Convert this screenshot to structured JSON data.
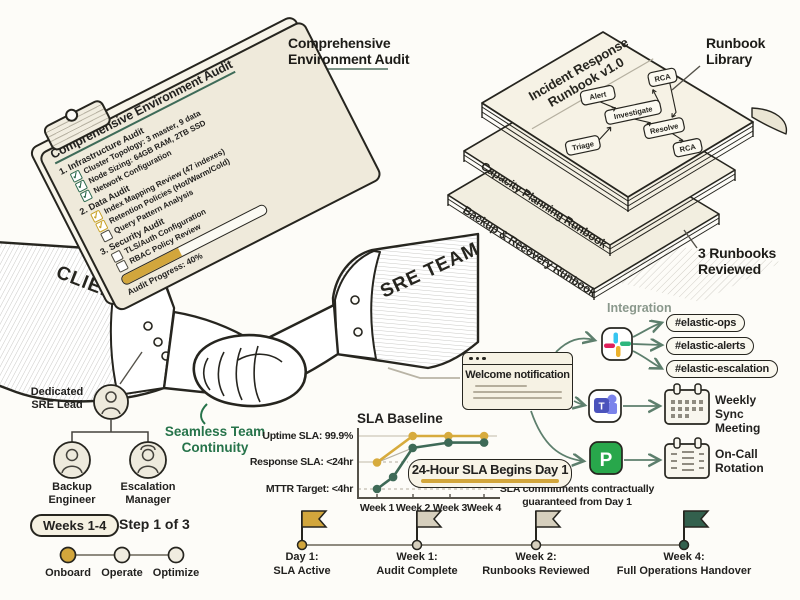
{
  "palette": {
    "gold": "#d2a63c",
    "green_dark": "#33604d",
    "sage": "#6a8577",
    "tan": "#d6cfbd",
    "ink": "#26251f",
    "slack_blue": "#36C5F0",
    "slack_green": "#2EB67D",
    "slack_yellow": "#ECB22E",
    "slack_red": "#E01E5A",
    "teams_purple": "#4b53bc",
    "teams_light": "#7b83eb",
    "pagerduty_green": "#28a74b"
  },
  "annotations": {
    "audit": "Comprehensive Environment Audit",
    "runbook_library": "Runbook Library",
    "runbooks_reviewed": "3 Runbooks Reviewed"
  },
  "clipboard": {
    "title": "Comprehensive Environment Audit",
    "sections": [
      {
        "heading": "1. Infrastructure Audit",
        "items": [
          {
            "label": "Cluster Topology: 3 master, 9 data",
            "state": "green"
          },
          {
            "label": "Node Sizing: 64GB RAM, 2TB SSD",
            "state": "green"
          },
          {
            "label": "Network Configuration",
            "state": "green"
          }
        ]
      },
      {
        "heading": "2. Data Audit",
        "items": [
          {
            "label": "Index Mapping Review (47 indexes)",
            "state": "gold"
          },
          {
            "label": "Retention Policies (Hot/Warm/Cold)",
            "state": "gold"
          },
          {
            "label": "Query Pattern Analysis",
            "state": "empty"
          }
        ]
      },
      {
        "heading": "3. Security Audit",
        "items": [
          {
            "label": "TLS/Auth Configuration",
            "state": "empty"
          },
          {
            "label": "RBAC Policy Review",
            "state": "empty"
          }
        ]
      }
    ],
    "progress_label": "Audit Progress: 40%",
    "progress_percent": 40
  },
  "runbook_stack": {
    "top_book_title_line1": "Incident Response",
    "top_book_title_line2": "Runbook v1.0",
    "spine_books": [
      "Capacity Planning Runbook",
      "Backup & Recovery Runbook"
    ],
    "flow_nodes": [
      "Alert",
      "RCA",
      "Investigate",
      "Triage",
      "Resolve",
      "RCA"
    ]
  },
  "handshake": {
    "left_label": "CLIENT",
    "right_label": "SRE TEAM",
    "caption_line1": "Seamless Team",
    "caption_line2": "Continuity"
  },
  "org_chart": {
    "lead_line1": "Dedicated",
    "lead_line2": "SRE Lead",
    "member1_line1": "Backup",
    "member1_line2": "Engineer",
    "member2_line1": "Escalation",
    "member2_line2": "Manager"
  },
  "stepper": {
    "badge": "Weeks 1-4",
    "step_text": "Step 1 of 3",
    "steps": [
      "Onboard",
      "Operate",
      "Optimize"
    ],
    "active_step": 0
  },
  "notification": {
    "title": "Welcome notification"
  },
  "integration": {
    "heading": "Integration",
    "channels": [
      "#elastic-ops",
      "#elastic-alerts",
      "#elastic-escalation"
    ],
    "teams_line1": "Weekly Sync",
    "teams_line2": "Meeting",
    "oncall_line1": "On-Call",
    "oncall_line2": "Rotation",
    "icons": {
      "teams_letter": "T",
      "pagerduty_letter": "P"
    }
  },
  "timeline": {
    "milestones": [
      {
        "title": "Day 1:",
        "subtitle": "SLA Active",
        "color": "#d2a63c"
      },
      {
        "title": "Week 1:",
        "subtitle": "Audit Complete",
        "color": "#d6cfbd"
      },
      {
        "title": "Week 2:",
        "subtitle": "Runbooks Reviewed",
        "color": "#d6cfbd"
      },
      {
        "title": "Week 4:",
        "subtitle": "Full Operations Handover",
        "color": "#33604d"
      }
    ]
  },
  "chart_data": {
    "type": "line",
    "title": "SLA Baseline",
    "x_tick_labels": [
      "Week 1",
      "Week 2",
      "Week 3",
      "Week 4"
    ],
    "y_grid_labels": [
      "Uptime SLA: 99.9%",
      "Response SLA: <24hr",
      "MTTR Target: <4hr"
    ],
    "y_levels_meaning": "1 = MTTR Target <4hr, 2 = Response SLA <24hr, 3 = Uptime SLA 99.9%",
    "series": [
      {
        "name": "transition-guide",
        "color": "#b7b2a4",
        "width": 1.2,
        "dots": false,
        "x": [
          1,
          2
        ],
        "y": [
          2,
          2.55
        ]
      },
      {
        "name": "SLA commitment (gold)",
        "color": "#d7ab3d",
        "width": 2.6,
        "dots": true,
        "x": [
          1,
          2,
          3,
          4
        ],
        "y": [
          2,
          3,
          3,
          3
        ]
      },
      {
        "name": "Operational ramp-up (green)",
        "color": "#3e6a57",
        "width": 2.6,
        "dots": true,
        "x": [
          1,
          1.45,
          2,
          3,
          4
        ],
        "y": [
          1,
          1.45,
          2.55,
          2.75,
          2.75
        ]
      }
    ],
    "annotation": "24-Hour SLA Begins Day 1",
    "note_line1": "SLA commitments contractually",
    "note_line2": "guaranteed from Day 1",
    "grid": "horizontal reference lines at each SLA level",
    "legend_position": "none"
  }
}
